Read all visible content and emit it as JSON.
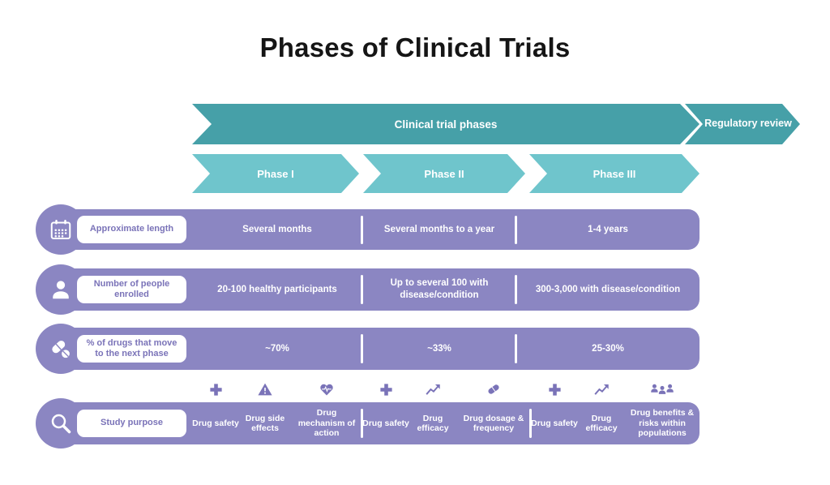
{
  "title": "Phases of Clinical Trials",
  "colors": {
    "teal_dark": "#46a0a8",
    "teal_light": "#6fc5cc",
    "purple": "#8b86c2",
    "purple_deep": "#7a73b8",
    "title_text": "#151515",
    "value_text": "#ffffff"
  },
  "banner": {
    "main": "Clinical trial phases",
    "right": "Regulatory review"
  },
  "phases": [
    "Phase I",
    "Phase II",
    "Phase III"
  ],
  "rows": [
    {
      "icon": "calendar-icon",
      "label": "Approximate length",
      "values": [
        "Several months",
        "Several months to a year",
        "1-4 years"
      ]
    },
    {
      "icon": "person-icon",
      "label": "Number of people enrolled",
      "values": [
        "20-100 healthy participants",
        "Up to several 100 with disease/condition",
        "300-3,000 with disease/condition"
      ]
    },
    {
      "icon": "pills-icon",
      "label": "% of drugs that move to the next phase",
      "values": [
        "~70%",
        "~33%",
        "25-30%"
      ]
    }
  ],
  "purpose": {
    "icon": "magnifier-icon",
    "label": "Study purpose",
    "items": [
      {
        "icon": "plus-icon",
        "label": "Drug safety"
      },
      {
        "icon": "warning-icon",
        "label": "Drug side effects"
      },
      {
        "icon": "heart-pulse-icon",
        "label": "Drug mechanism of action"
      },
      {
        "icon": "plus-icon",
        "label": "Drug safety"
      },
      {
        "icon": "trend-icon",
        "label": "Drug efficacy"
      },
      {
        "icon": "capsule-icon",
        "label": "Drug dosage & frequency"
      },
      {
        "icon": "plus-icon",
        "label": "Drug safety"
      },
      {
        "icon": "trend-icon",
        "label": "Drug efficacy"
      },
      {
        "icon": "people-icon",
        "label": "Drug benefits & risks within populations"
      }
    ]
  }
}
